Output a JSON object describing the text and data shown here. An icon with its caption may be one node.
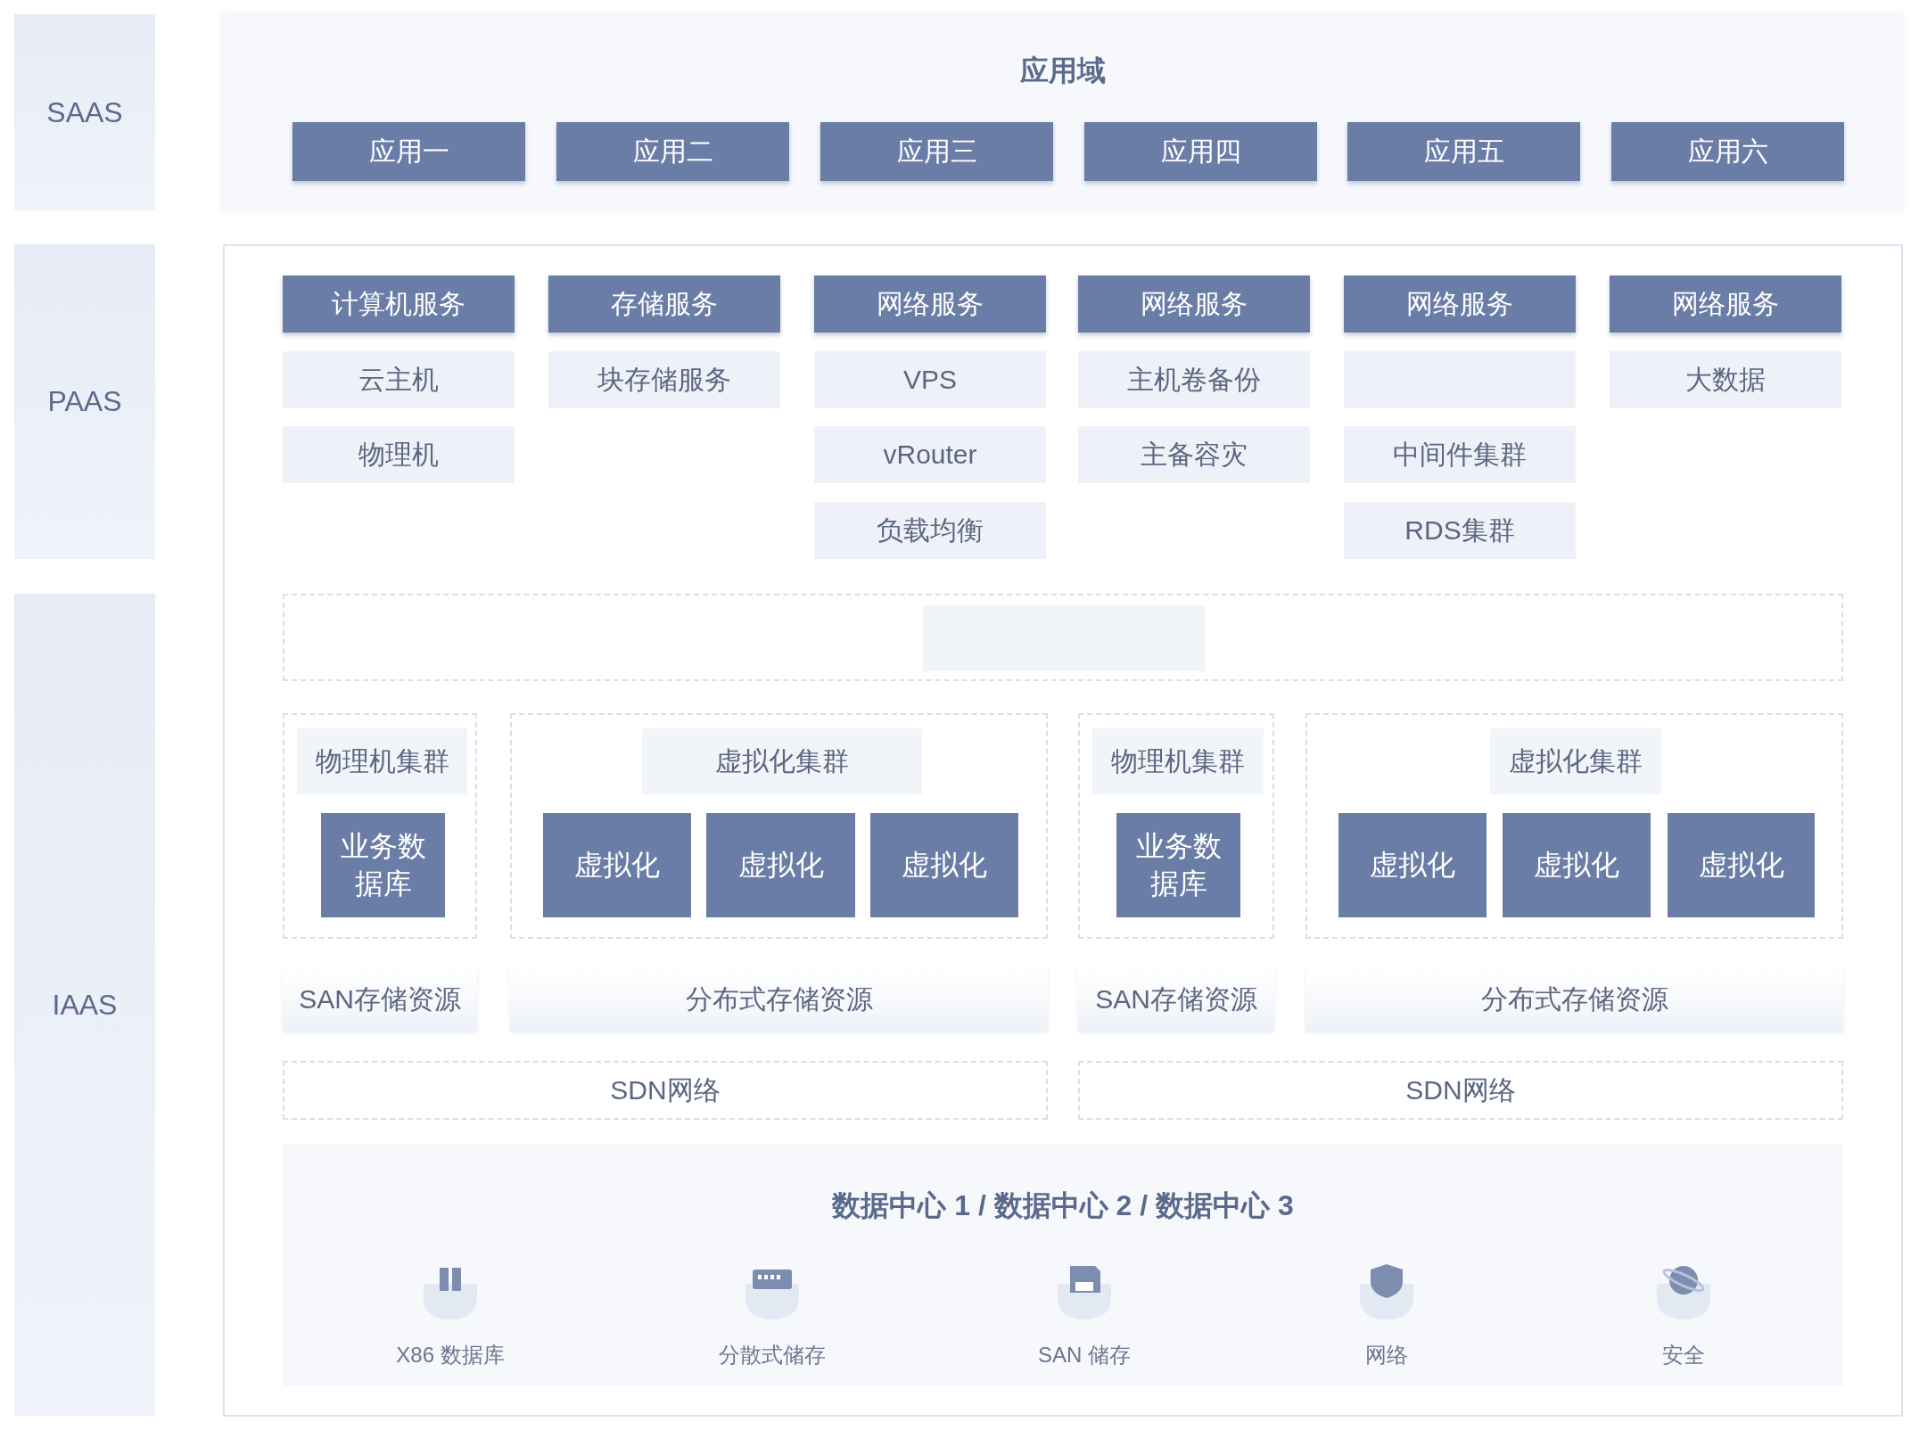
{
  "diagram": {
    "nodes": [
      {
        "text": [
          "SAAS"
        ]
      },
      {
        "text": [
          "应用域"
        ]
      },
      {
        "text": [
          "应用一"
        ],
        "in": 1
      },
      {
        "text": [
          "应用二"
        ],
        "in": 1
      },
      {
        "text": [
          "应用三"
        ],
        "in": 1
      },
      {
        "text": [
          "应用四"
        ],
        "in": 1
      },
      {
        "text": [
          "应用五"
        ],
        "in": 1
      },
      {
        "text": [
          "应用六"
        ],
        "in": 1
      },
      {
        "text": [
          "PAAS"
        ]
      },
      {
        "text": [
          "IAAS"
        ]
      },
      {
        "text": [],
        "shape": "box"
      },
      {
        "text": [
          "计算机服务"
        ],
        "in": 10
      },
      {
        "text": [
          "存储服务"
        ],
        "in": 10
      },
      {
        "text": [
          "网络服务"
        ],
        "in": 10
      },
      {
        "text": [
          "网络服务"
        ],
        "in": 10
      },
      {
        "text": [
          "网络服务"
        ],
        "in": 10
      },
      {
        "text": [
          "网络服务"
        ],
        "in": 10
      },
      {
        "text": [
          "云主机"
        ],
        "in": 10
      },
      {
        "text": [
          "块存储服务"
        ],
        "in": 10
      },
      {
        "text": [
          "VPS"
        ],
        "in": 10
      },
      {
        "text": [
          "主机卷备份"
        ],
        "in": 10
      },
      {
        "text": [],
        "shape": "box",
        "in": 10
      },
      {
        "text": [
          "大数据"
        ],
        "in": 10
      },
      {
        "text": [
          "物理机"
        ],
        "in": 10
      },
      {
        "text": [
          "vRouter"
        ],
        "in": 10
      },
      {
        "text": [
          "主备容灾"
        ],
        "in": 10
      },
      {
        "text": [
          "中间件集群"
        ],
        "in": 10
      },
      {
        "text": [
          "负载均衡"
        ],
        "in": 10
      },
      {
        "text": [
          "RDS集群"
        ],
        "in": 10
      },
      {
        "text": [],
        "shape": "box",
        "in": 10
      },
      {
        "text": [],
        "shape": "box",
        "in": 29
      },
      {
        "text": [],
        "shape": "box",
        "in": 10
      },
      {
        "text": [
          "物理机集群"
        ],
        "in": 31
      },
      {
        "text": [
          "业务数据库"
        ],
        "in": 31
      },
      {
        "text": [],
        "shape": "box",
        "in": 10
      },
      {
        "text": [
          "虚拟化集群"
        ],
        "in": 34
      },
      {
        "text": [
          "虚拟化"
        ],
        "in": 34
      },
      {
        "text": [
          "虚拟化"
        ],
        "in": 34
      },
      {
        "text": [
          "虚拟化"
        ],
        "in": 34
      },
      {
        "text": [],
        "shape": "box",
        "in": 10
      },
      {
        "text": [
          "物理机集群"
        ],
        "in": 39
      },
      {
        "text": [
          "业务数据库"
        ],
        "in": 39
      },
      {
        "text": [],
        "shape": "box",
        "in": 10
      },
      {
        "text": [
          "虚拟化集群"
        ],
        "in": 42
      },
      {
        "text": [
          "虚拟化"
        ],
        "in": 42
      },
      {
        "text": [
          "虚拟化"
        ],
        "in": 42
      },
      {
        "text": [
          "虚拟化"
        ],
        "in": 42
      },
      {
        "text": [
          "SAN存储资源"
        ],
        "in": 10
      },
      {
        "text": [
          "分布式存储资源"
        ],
        "in": 10
      },
      {
        "text": [
          "SAN存储资源"
        ],
        "in": 10
      },
      {
        "text": [
          "分布式存储资源"
        ],
        "in": 10
      },
      {
        "text": [
          "SDN网络"
        ],
        "in": 10
      },
      {
        "text": [
          "SDN网络"
        ],
        "in": 10
      },
      {
        "text": [
          "数据中心 1 / 数据中心 2 / 数据中心 3"
        ],
        "in": 10
      }
    ],
    "labels": [
      "X86 数据库",
      "分散式储存",
      "SAN 储存",
      "网络",
      "安全"
    ]
  }
}
